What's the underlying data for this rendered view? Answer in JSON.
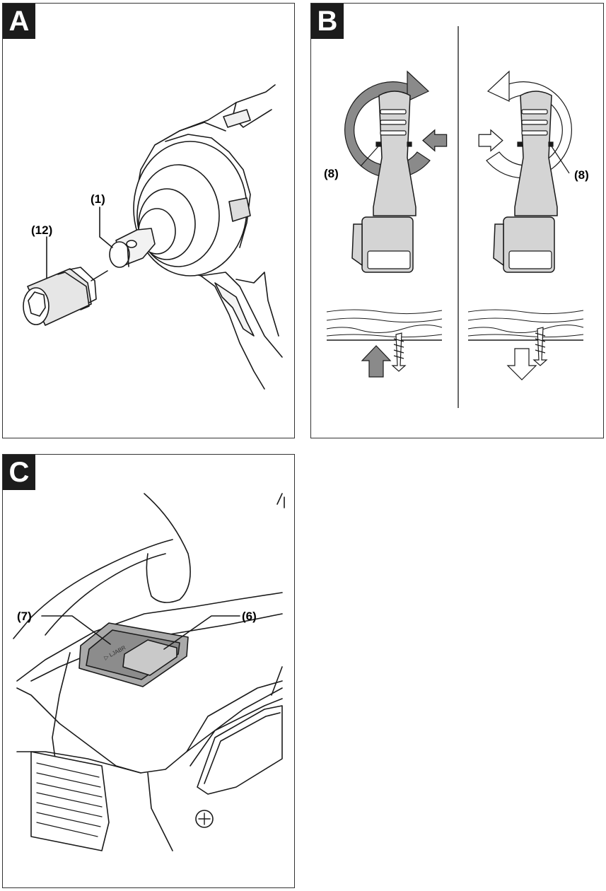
{
  "panels": {
    "a": {
      "badge": "A",
      "labels": {
        "drive_spindle": "(1)",
        "socket": "(12)"
      }
    },
    "b": {
      "badge": "B",
      "labels": {
        "rotation_switch_left": "(8)",
        "rotation_switch_right": "(8)"
      }
    },
    "c": {
      "badge": "C",
      "labels": {
        "mode_button": "(7)",
        "display": "(6)"
      },
      "button_text": "▷ LJABR"
    }
  },
  "colors": {
    "outline": "#1a1a1a",
    "arrow_fill": "#8a8a8a",
    "tool_fill": "#d4d4d4",
    "badge_bg": "#1c1c1c"
  }
}
